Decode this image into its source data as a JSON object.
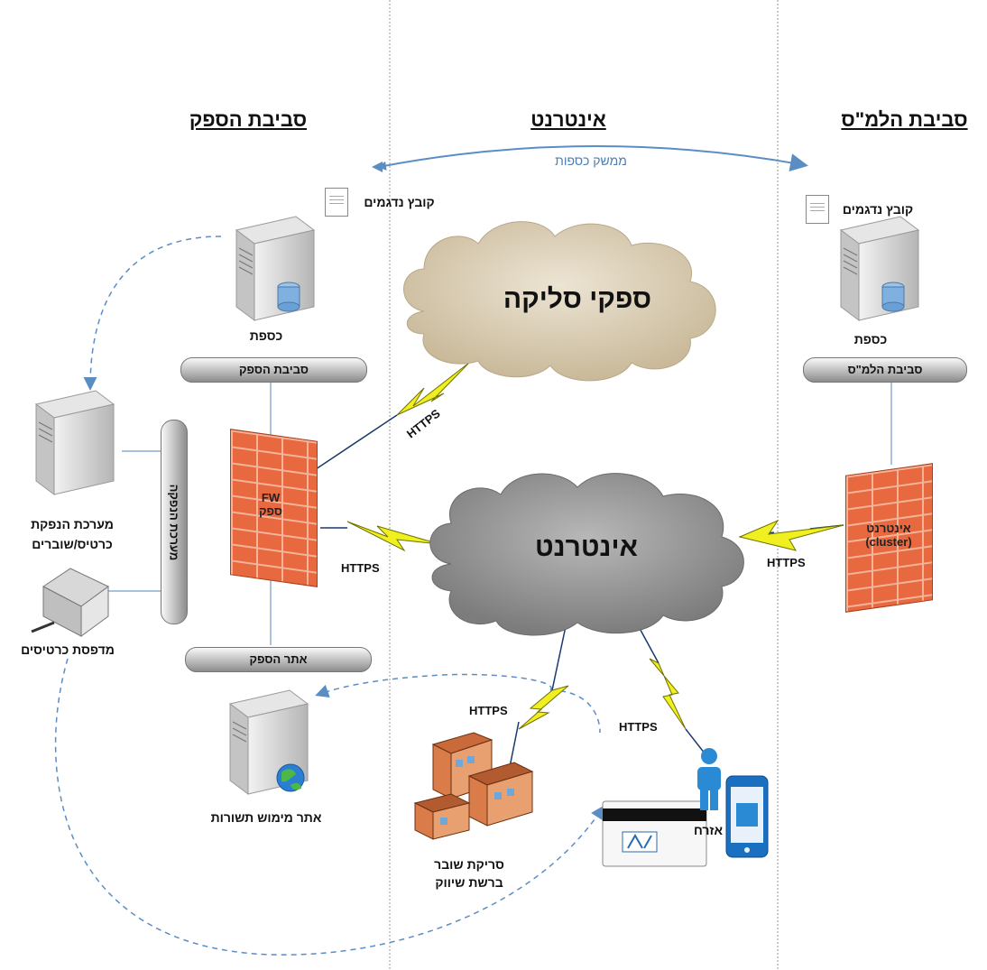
{
  "headers": {
    "supplier_env": "סביבת הספק",
    "internet": "אינטרנט",
    "lms_env": "סביבת הלמ\"ס"
  },
  "interface_label": "ממשק כספות",
  "supplier": {
    "file_label": "קובץ נדגמים",
    "vault_label": "כספת",
    "env_pipe": "סביבת הספק",
    "fw_line1": "FW",
    "fw_line2": "ספק",
    "issue_system": "מערכת הנפקת",
    "issue_system_2": "כרטיס/שוברים",
    "printer": "מדפסת כרטיסים",
    "issue_pipe": "מערכת הנפקה",
    "site_pipe": "אתר הספק",
    "response_site": "אתר מימוש תשורות"
  },
  "lms": {
    "file_label": "קובץ נדגמים",
    "vault_label": "כספת",
    "env_pipe": "סביבת הלמ\"ס",
    "fw_line1": "אינטרנט",
    "fw_line2": "(cluster)"
  },
  "clouds": {
    "clearing": "ספקי סליקה",
    "internet": "אינטרנט"
  },
  "https": "HTTPS",
  "store_label_1": "סריקת שובר",
  "store_label_2": "ברשת שיווק",
  "citizen_label": "אזרח",
  "colors": {
    "arrow": "#5b8dc5",
    "line": "#8aaed6",
    "lightning": "#f0f020",
    "fw": "#e8683f",
    "cloud_beige": "#d8ccb6",
    "cloud_gray": "#9c9c9c"
  }
}
